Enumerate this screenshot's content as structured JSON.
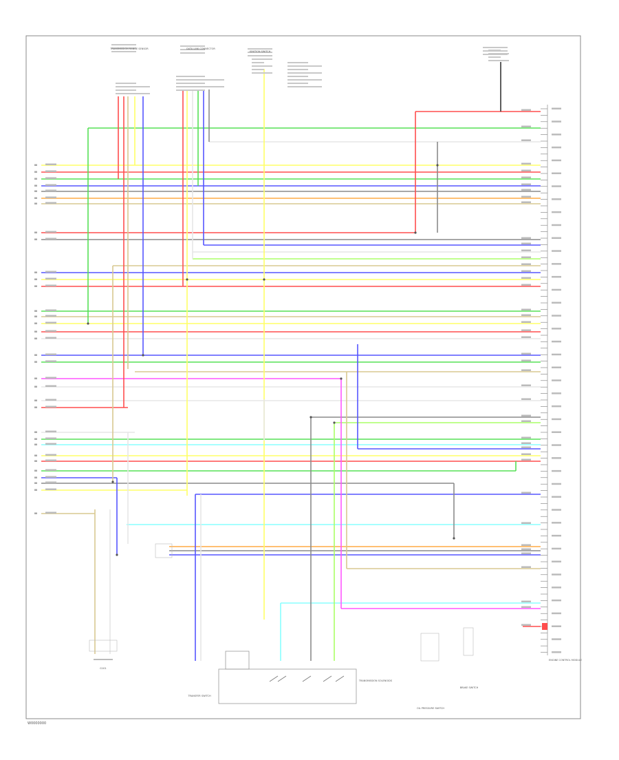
{
  "diagram": {
    "figure_id": "W0000000",
    "wire_colors": {
      "RED": "#ff4d4d",
      "GRN": "#55e055",
      "YEL": "#ffff66",
      "BLU": "#5555ff",
      "GRY": "#8a8a8a",
      "ORN": "#ffaa44",
      "PNK": "#ff55ff",
      "LT_BLU": "#88ffff",
      "LT_GRN": "#aaff66",
      "TAN": "#d8c890",
      "WHT": "#e6e6e6",
      "BLK": "#333333"
    },
    "components": {
      "trans_range_sensor": "TRANSMISSION RANGE SENSOR",
      "data_link_connector": "DATA LINK CONNECTOR",
      "ignition_switch": "IGNITION SWITCH",
      "engine_control_module": "ENGINE CONTROL MODULE",
      "transfer_switch": "TRANSFER SWITCH",
      "trans_solenoids": "TRANSMISSION SOLENOIDS",
      "oil_pressure_switch": "OIL PRESSURE SWITCH",
      "brake_switch": "BRAKE SWITCH",
      "ground": "G101"
    }
  }
}
